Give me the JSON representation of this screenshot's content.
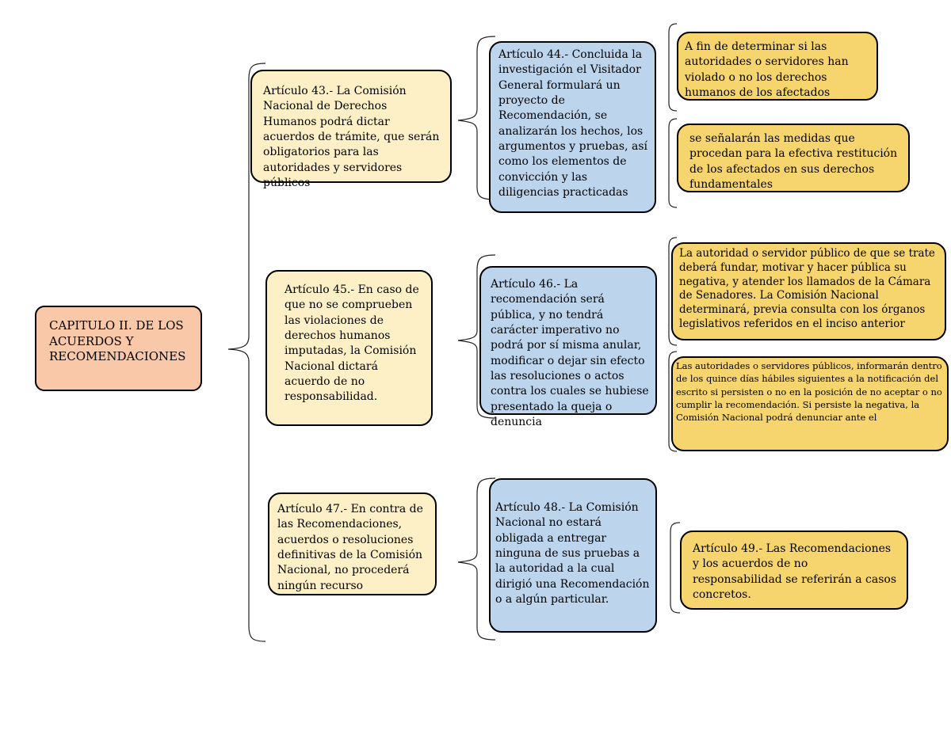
{
  "root": {
    "text": "CAPITULO II. DE LOS ACUERDOS Y RECOMENDACIONES"
  },
  "nodes": {
    "art43": "Artículo 43.- La Comisión Nacional de Derechos Humanos podrá dictar acuerdos de trámite, que serán obligatorios para las autoridades y servidores públicos",
    "art44": "Artículo 44.- Concluida la investigación el Visitador General formulará un proyecto de Recomendación, se analizarán los hechos, los argumentos y pruebas, así como los elementos de convicción y las diligencias practicadas",
    "art44_a": "A fin de determinar si las autoridades o servidores han violado o no los derechos humanos de los afectados",
    "art44_b": "se señalarán las medidas que procedan para la efectiva restitución de los afectados en sus derechos fundamentales",
    "art45": "Artículo 45.- En caso de que no se comprueben las violaciones de derechos humanos imputadas, la Comisión Nacional dictará acuerdo de no responsabilidad.",
    "art46": "Artículo 46.- La recomendación será pública, y no tendrá carácter imperativo no podrá por sí misma anular, modificar o dejar sin efecto las resoluciones o actos contra los cuales se hubiese presentado la queja o denuncia",
    "art46_a": "La autoridad o servidor público de que se trate deberá fundar, motivar y hacer pública su negativa, y atender los llamados de la Cámara de Senadores. La Comisión Nacional determinará, previa consulta con los órganos legislativos referidos en el inciso anterior",
    "art46_b": "Las autoridades o servidores públicos, informarán dentro de los quince días hábiles siguientes a la notificación del escrito si persisten o no en la posición de no aceptar o no cumplir la recomendación. Si persiste la negativa, la Comisión Nacional podrá denunciar ante el",
    "art47": "Artículo 47.- En contra de las Recomendaciones, acuerdos o resoluciones definitivas de la Comisión Nacional, no procederá ningún recurso",
    "art48": "Artículo 48.- La Comisión Nacional no estará obligada a entregar ninguna de sus pruebas a la autoridad a la cual dirigió una Recomendación o a algún particular.",
    "art49": "Artículo 49.- Las Recomendaciones y los acuerdos de no responsabilidad se referirán a casos concretos."
  },
  "colors": {
    "pink": "#f8c8a8",
    "cream": "#fdefc6",
    "blue": "#bcd4ec",
    "gold": "#f6d46e"
  }
}
